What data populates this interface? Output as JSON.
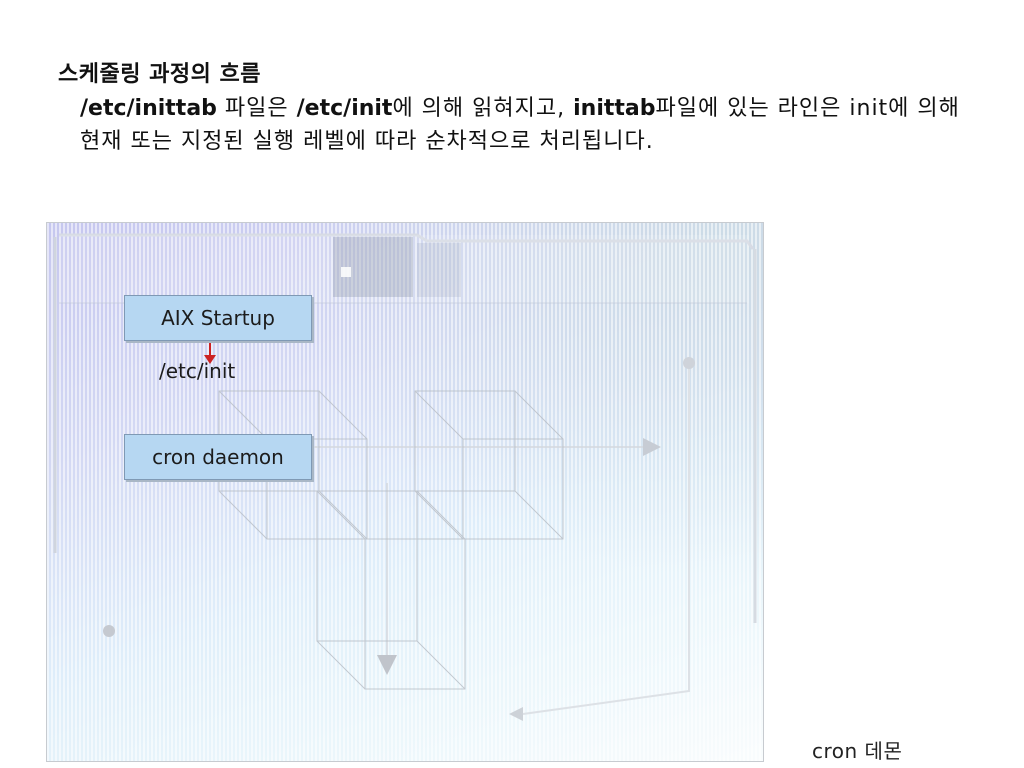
{
  "slide": {
    "title": "스케줄링 과정의 흐름",
    "paragraph": [
      {
        "text": "/etc/inittab",
        "bold": true
      },
      {
        "text": " 파일은 ",
        "bold": false
      },
      {
        "text": "/etc/init",
        "bold": true
      },
      {
        "text": "에 의해 읽혀지고, ",
        "bold": false
      },
      {
        "text": "inittab",
        "bold": true
      },
      {
        "text": "파일에 있는 라인은 init에 의해 현재 또는 지정된 실행 레벨에 따라 순차적으로 처리됩니다.",
        "bold": false
      }
    ]
  },
  "diagram": {
    "startup_label": "AIX Startup",
    "init_label": "/etc/init",
    "cron_label": "cron daemon",
    "arrow_color": "#cc2222",
    "box_color": "#b6d7f2"
  },
  "caption": "cron 데몬"
}
